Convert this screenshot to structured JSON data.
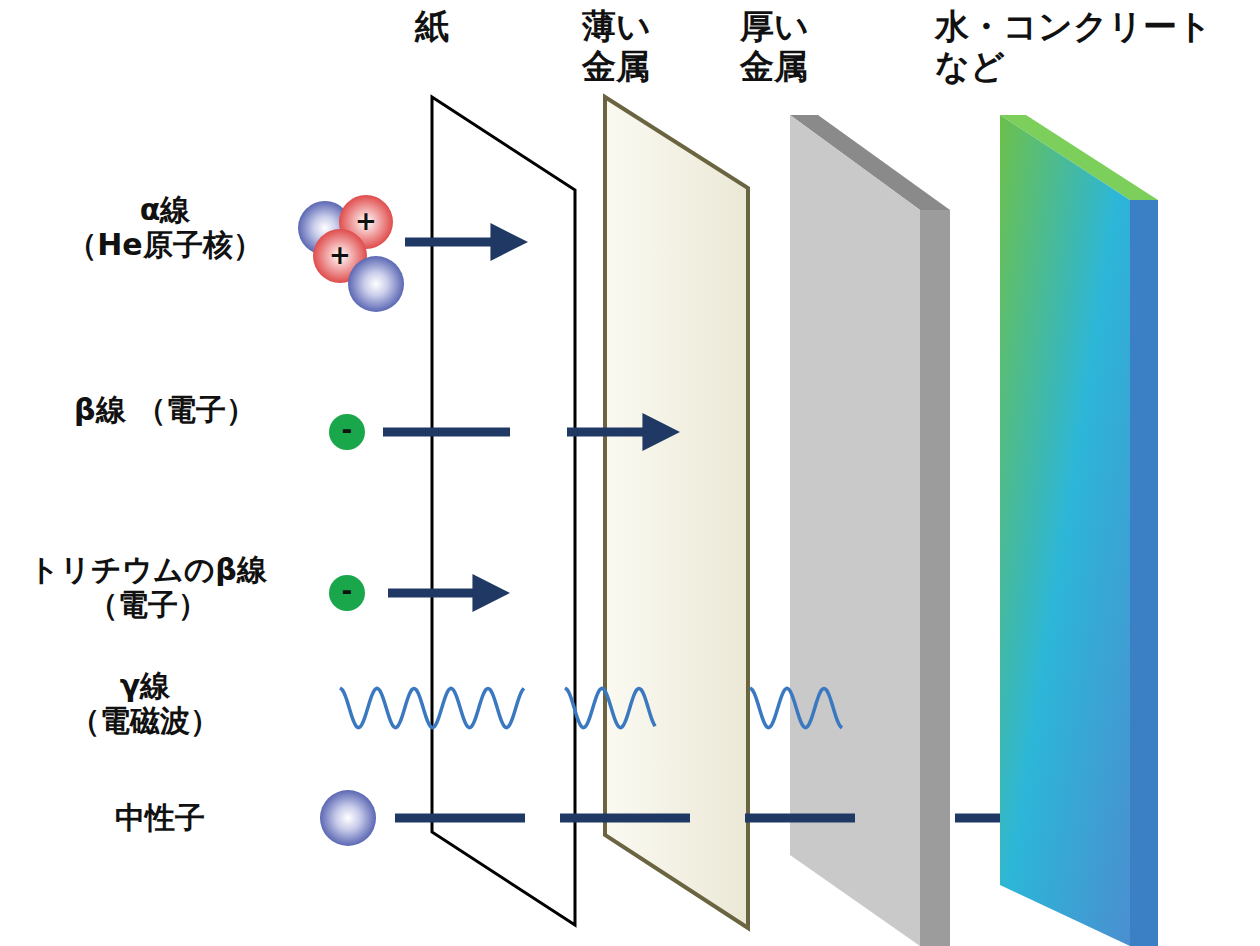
{
  "diagram": {
    "labels": [
      "紙",
      "薄い 金属",
      "厚い 金属",
      "水・コンクリート など",
      "α線 （He原子核）",
      "β線 （電子）",
      "トリチウムのβ線 （電子）",
      "γ線 （電磁波）",
      "中性子",
      "+",
      "+",
      "-",
      "-"
    ]
  }
}
